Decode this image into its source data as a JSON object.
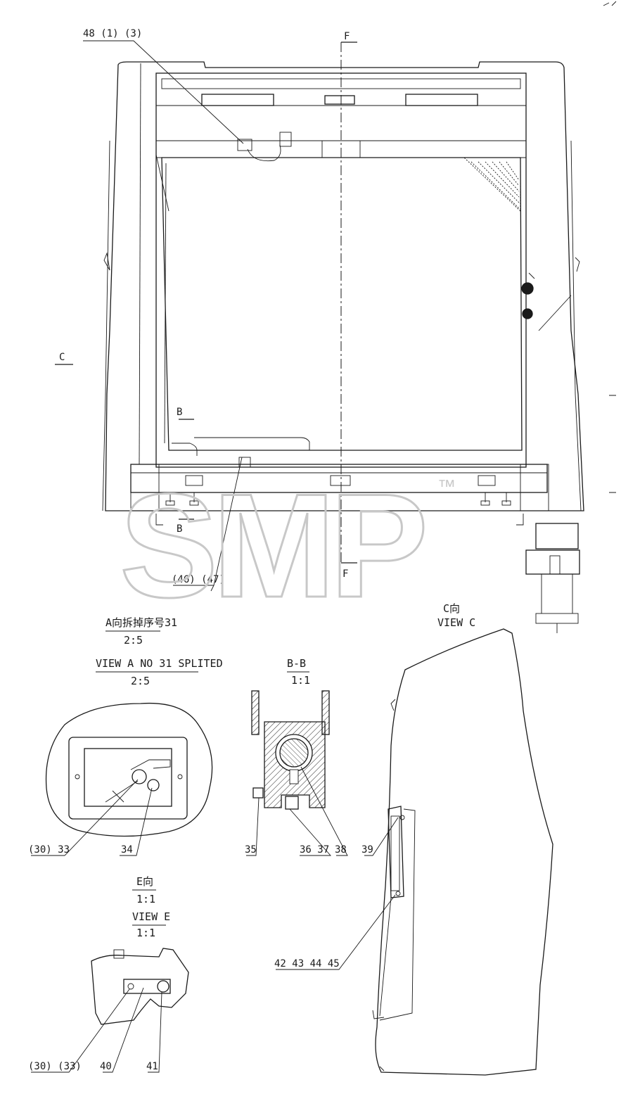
{
  "main_view": {
    "callout_top": "48 (1) (3)",
    "callout_bottom": "(46) (47)",
    "section_f_top": "F",
    "section_f_bottom": "F",
    "section_c": "C",
    "section_b_top": "B",
    "section_b_bottom": "B"
  },
  "watermark": {
    "text": "SMP",
    "tm": "™"
  },
  "view_a": {
    "title_cn": "A向拆掉序号31",
    "scale_cn": "2:5",
    "title_en": "VIEW A  NO 31 SPLITED",
    "scale_en": "2:5",
    "labels": [
      "(30) 33",
      "34"
    ]
  },
  "section_bb": {
    "title": "B-B",
    "scale": "1:1",
    "labels": [
      "35",
      "36  37",
      "38"
    ]
  },
  "view_c": {
    "title_cn": "C向",
    "title_en": "VIEW C",
    "labels": [
      "39",
      "42  43  44  45"
    ]
  },
  "view_e": {
    "title_cn": "E向",
    "scale_cn": "1:1",
    "title_en": "VIEW E",
    "scale_en": "1:1",
    "labels": [
      "(30) (33)",
      "40",
      "41"
    ]
  }
}
